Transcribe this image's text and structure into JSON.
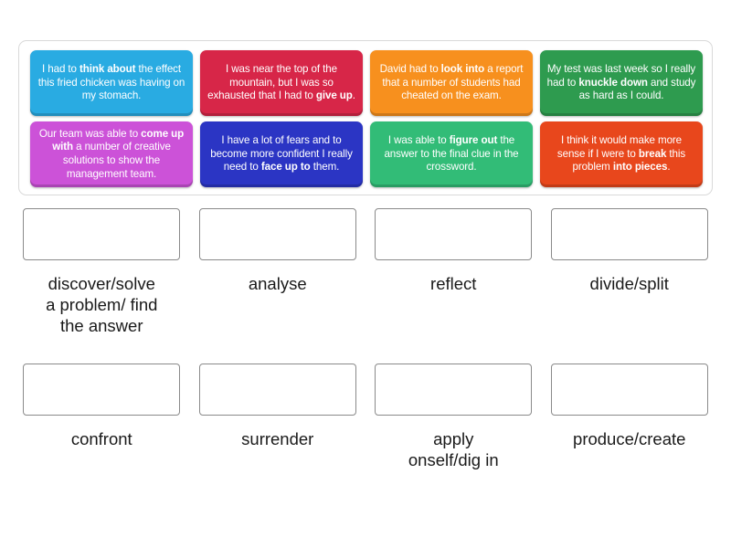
{
  "activity": {
    "type": "drag-and-drop-match",
    "tray": {
      "cards": [
        {
          "id": "card-think-about",
          "color": "#29ABE2",
          "segments": [
            {
              "text": "I had to ",
              "bold": false
            },
            {
              "text": "think about",
              "bold": true
            },
            {
              "text": " the effect this fried chicken was having on my stomach.",
              "bold": false
            }
          ],
          "plain": "I had to think about the effect this fried chicken was having on my stomach."
        },
        {
          "id": "card-give-up",
          "color": "#D72648",
          "segments": [
            {
              "text": "I was near the top of the mountain, but I was so exhausted that I had to ",
              "bold": false
            },
            {
              "text": "give up",
              "bold": true
            },
            {
              "text": ".",
              "bold": false
            }
          ],
          "plain": "I was near the top of the mountain, but I was so exhausted that I had to give up."
        },
        {
          "id": "card-look-into",
          "color": "#F7901E",
          "segments": [
            {
              "text": "David had to ",
              "bold": false
            },
            {
              "text": "look into",
              "bold": true
            },
            {
              "text": " a report that a number of students had cheated on the exam.",
              "bold": false
            }
          ],
          "plain": "David had to look into a report that a number of students had cheated on the exam."
        },
        {
          "id": "card-knuckle-down",
          "color": "#2E9B4F",
          "segments": [
            {
              "text": "My test was last week so I really had to ",
              "bold": false
            },
            {
              "text": "knuckle down",
              "bold": true
            },
            {
              "text": " and study as hard as I could.",
              "bold": false
            }
          ],
          "plain": "My test was last week so I really had to knuckle down and study as hard as I could."
        },
        {
          "id": "card-come-up-with",
          "color": "#CC52D8",
          "segments": [
            {
              "text": "Our team was able to ",
              "bold": false
            },
            {
              "text": "come up with",
              "bold": true
            },
            {
              "text": " a number of creative solutions to show the management team.",
              "bold": false
            }
          ],
          "plain": "Our team was able to come up with a number of creative solutions to show the management team."
        },
        {
          "id": "card-face-up-to",
          "color": "#2B35C4",
          "segments": [
            {
              "text": "I have a lot of fears and to become more confident I really need to ",
              "bold": false
            },
            {
              "text": "face up to",
              "bold": true
            },
            {
              "text": " them.",
              "bold": false
            }
          ],
          "plain": "I have a lot of fears and to become more confident I really need to face up to them."
        },
        {
          "id": "card-figure-out",
          "color": "#32BC77",
          "segments": [
            {
              "text": "I was able to ",
              "bold": false
            },
            {
              "text": "figure out",
              "bold": true
            },
            {
              "text": " the answer to the final clue in the crossword.",
              "bold": false
            }
          ],
          "plain": "I was able to figure out the answer to the final clue in the crossword."
        },
        {
          "id": "card-break-into-pieces",
          "color": "#E8471C",
          "segments": [
            {
              "text": "I think it would make more sense if I were to ",
              "bold": false
            },
            {
              "text": "break",
              "bold": true
            },
            {
              "text": " this problem ",
              "bold": false
            },
            {
              "text": "into pieces",
              "bold": true
            },
            {
              "text": ".",
              "bold": false
            }
          ],
          "plain": "I think it would make more sense if I were to break this problem into pieces."
        }
      ]
    },
    "zones": [
      {
        "id": "zone-discover-solve",
        "label": "discover/solve\na problem/ find\nthe answer",
        "dropped": ""
      },
      {
        "id": "zone-analyse",
        "label": "analyse",
        "dropped": ""
      },
      {
        "id": "zone-reflect",
        "label": "reflect",
        "dropped": ""
      },
      {
        "id": "zone-divide-split",
        "label": "divide/split",
        "dropped": ""
      },
      {
        "id": "zone-confront",
        "label": "confront",
        "dropped": ""
      },
      {
        "id": "zone-surrender",
        "label": "surrender",
        "dropped": ""
      },
      {
        "id": "zone-apply-onself",
        "label": "apply\nonself/dig in",
        "dropped": ""
      },
      {
        "id": "zone-produce-create",
        "label": "produce/create",
        "dropped": ""
      }
    ],
    "colors": {
      "page_background": "#ffffff",
      "tray_border": "#d9d9d9",
      "dropbox_border": "#8a8a8a",
      "label_text": "#1a1a1a",
      "card_text": "#ffffff"
    }
  }
}
